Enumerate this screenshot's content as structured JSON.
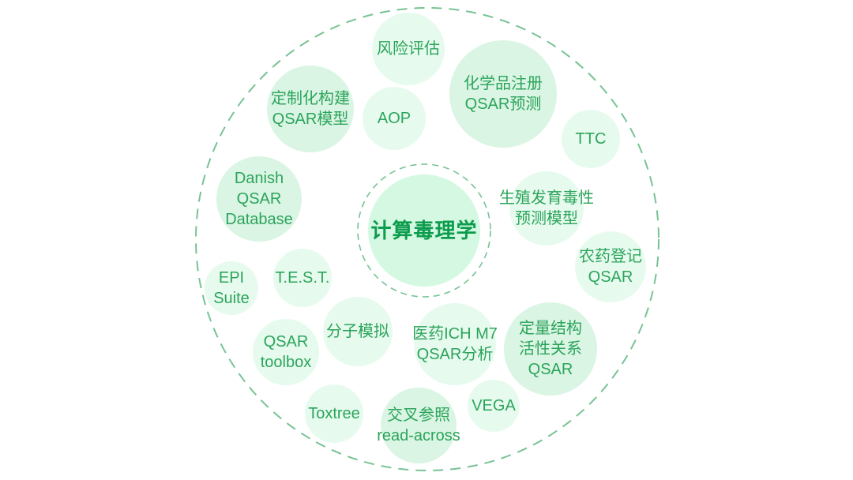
{
  "diagram": {
    "center": {
      "title": "计算毒理学"
    },
    "bubbles": [
      {
        "id": "risk-assessment",
        "lines": [
          "风险评估"
        ]
      },
      {
        "id": "custom-qsar-model",
        "lines": [
          "定制化构建",
          "QSAR模型"
        ]
      },
      {
        "id": "aop",
        "lines": [
          "AOP"
        ]
      },
      {
        "id": "chemical-registration",
        "lines": [
          "化学品注册",
          "QSAR预测"
        ]
      },
      {
        "id": "ttc",
        "lines": [
          "TTC"
        ]
      },
      {
        "id": "danish-qsar-database",
        "lines": [
          "Danish",
          "QSAR",
          "Database"
        ]
      },
      {
        "id": "repro-dev-toxicity",
        "lines": [
          "生殖发育毒性",
          "预测模型"
        ]
      },
      {
        "id": "pesticide-registration",
        "lines": [
          "农药登记",
          "QSAR"
        ]
      },
      {
        "id": "epi-suite",
        "lines": [
          "EPI",
          "Suite"
        ]
      },
      {
        "id": "test-tool",
        "lines": [
          "T.E.S.T."
        ]
      },
      {
        "id": "molecular-simulation",
        "lines": [
          "分子模拟"
        ]
      },
      {
        "id": "qsar-toolbox",
        "lines": [
          "QSAR",
          "toolbox"
        ]
      },
      {
        "id": "pharma-ich-m7",
        "lines": [
          "医药ICH M7",
          "QSAR分析"
        ]
      },
      {
        "id": "qsar-relationship",
        "lines": [
          "定量结构",
          "活性关系",
          "QSAR"
        ]
      },
      {
        "id": "toxtree",
        "lines": [
          "Toxtree"
        ]
      },
      {
        "id": "read-across",
        "lines": [
          "交叉参照",
          "read-across"
        ]
      },
      {
        "id": "vega",
        "lines": [
          "VEGA"
        ]
      }
    ]
  },
  "colors": {
    "bubble_light": "#e6fbee",
    "bubble_medium": "#daf5e4",
    "center_fill": "#d4f8e2",
    "label_green": "#2ca45b",
    "title_green": "#0c9c4d",
    "dash_green": "#77c394",
    "bg": "#ffffff"
  }
}
